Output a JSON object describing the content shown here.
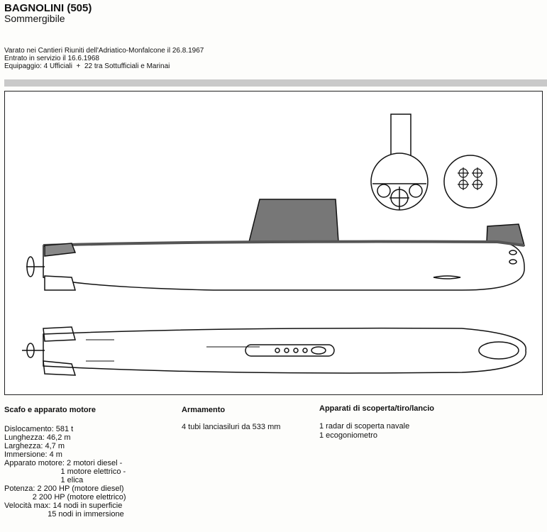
{
  "header": {
    "title": "BAGNOLINI (505)",
    "subtitle": "Sommergibile"
  },
  "info": [
    "Varato nei Cantieri Riuniti dell'Adriatico-Monfalcone il 26.8.1967",
    "Entrato in servizio il 16.6.1968",
    "Equipaggio: 4 Ufficiali  +  22 tra Sottufficiali e Marinai"
  ],
  "sections": {
    "hull": {
      "heading": "Scafo e apparato motore",
      "lines": [
        "Dislocamento: 581 t",
        "Lunghezza: 46,2 m",
        "Larghezza: 4,7 m",
        "Immersione: 4 m",
        "Apparato motore: 2 motori diesel -",
        "                          1 motore elettrico -",
        "                          1 elica",
        "Potenza: 2 200 HP (motore diesel)",
        "             2 200 HP (motore elettrico)",
        "Velocità max: 14 nodi in superficie",
        "                    15 nodi in immersione"
      ]
    },
    "armament": {
      "heading": "Armamento",
      "lines": [
        "4 tubi lanciasiluri da 533 mm"
      ]
    },
    "sensors": {
      "heading": "Apparati di scoperta/tiro/lancio",
      "lines": [
        "1 radar di scoperta navale",
        "1 ecogoniometro"
      ]
    }
  }
}
